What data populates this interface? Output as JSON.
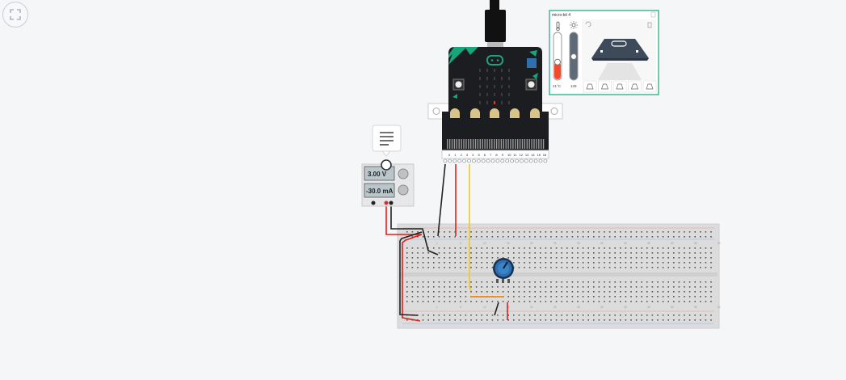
{
  "toolbar": {
    "fit_icon": "fullscreen-corners-icon"
  },
  "microbit": {
    "control_panel_title": "micro:bit 4",
    "temperature_value": "21°C",
    "light_value": "128",
    "temperature_level": 0.38,
    "light_level": 0.5,
    "pin_labels": [
      "0",
      "1",
      "2",
      "3",
      "4",
      "5",
      "6",
      "7",
      "8",
      "9",
      "10",
      "11",
      "12",
      "13",
      "14",
      "15",
      "16"
    ],
    "colors": {
      "board": "#1b1d20",
      "accent": "#17a67b",
      "pin_gold": "#d8c48a",
      "led_on": "#ff2a1a"
    }
  },
  "power_supply": {
    "voltage": "3.00 V",
    "current": "-30.0 mA",
    "tooltip_icon": "notes-lines-icon"
  },
  "breadboard": {
    "col_numbers": [
      "1",
      "5",
      "10",
      "15",
      "20",
      "25",
      "30",
      "35",
      "40",
      "45",
      "50",
      "55",
      "60"
    ],
    "potentiometer_icon": "potentiometer-knob-icon"
  },
  "wires": {
    "colors": {
      "black": "#222222",
      "red": "#e0201a",
      "yellow": "#f2c81c",
      "orange": "#f08a1a"
    }
  }
}
